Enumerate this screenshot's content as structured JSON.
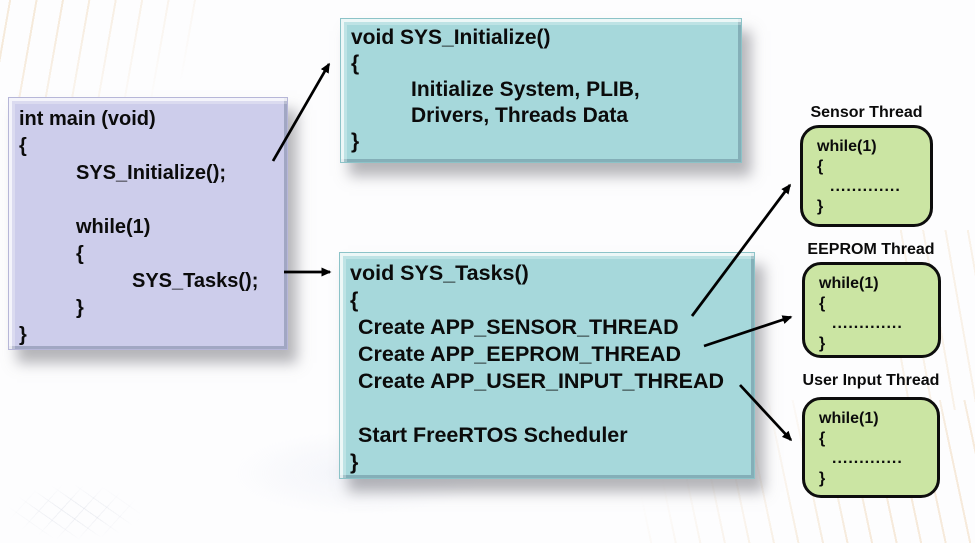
{
  "main_box": {
    "lines": [
      "int main (void)",
      "{",
      "SYS_Initialize();",
      "",
      "while(1)",
      "{",
      "SYS_Tasks();",
      "}",
      "}"
    ],
    "fill": "#cdcdeb"
  },
  "sys_initialize_box": {
    "lines": [
      "void SYS_Initialize()",
      "{",
      "Initialize System, PLIB,",
      "Drivers, Threads Data",
      "}"
    ],
    "fill": "#a6d8db"
  },
  "sys_tasks_box": {
    "lines": [
      "void SYS_Tasks()",
      "{",
      "Create APP_SENSOR_THREAD",
      "Create APP_EEPROM_THREAD",
      "Create APP_USER_INPUT_THREAD",
      "",
      "Start FreeRTOS Scheduler",
      "}"
    ],
    "fill": "#a6d8db"
  },
  "threads": [
    {
      "title": "Sensor Thread",
      "lines": [
        "while(1)",
        "{",
        ".............",
        "}"
      ]
    },
    {
      "title": "EEPROM Thread",
      "lines": [
        "while(1)",
        "{",
        ".............",
        "}"
      ]
    },
    {
      "title": "User Input Thread",
      "lines": [
        "while(1)",
        "{",
        ".............",
        "}"
      ]
    }
  ],
  "colors": {
    "thread_box_fill": "#cbe5a3",
    "arrow": "#000000",
    "text": "#0b0b0b",
    "background": "#fdfdfe"
  }
}
